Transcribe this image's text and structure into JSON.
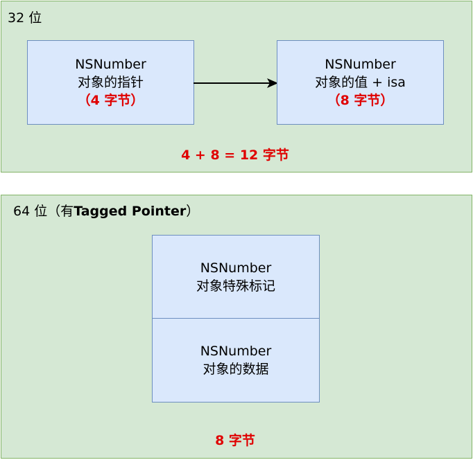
{
  "top_panel": {
    "title": "32 位",
    "pointer_box": {
      "line1": "NSNumber",
      "line2": "对象的指针",
      "size": "（4 字节）"
    },
    "value_box": {
      "line1": "NSNumber",
      "line2": "对象的值 + isa",
      "size": "（8 字节）"
    },
    "total": "4 + 8 = 12 字节"
  },
  "bottom_panel": {
    "title_prefix": "64 位（有",
    "title_bold": "Tagged Pointer",
    "title_suffix": "）",
    "tag_box": {
      "line1": "NSNumber",
      "line2": "对象特殊标记"
    },
    "data_box": {
      "line1": "NSNumber",
      "line2": "对象的数据"
    },
    "total": "8 字节"
  },
  "colors": {
    "panel_fill": "#d5e8d4",
    "panel_border": "#82b366",
    "box_fill": "#dae8fc",
    "box_border": "#6c8ebf",
    "highlight": "#e00000"
  }
}
